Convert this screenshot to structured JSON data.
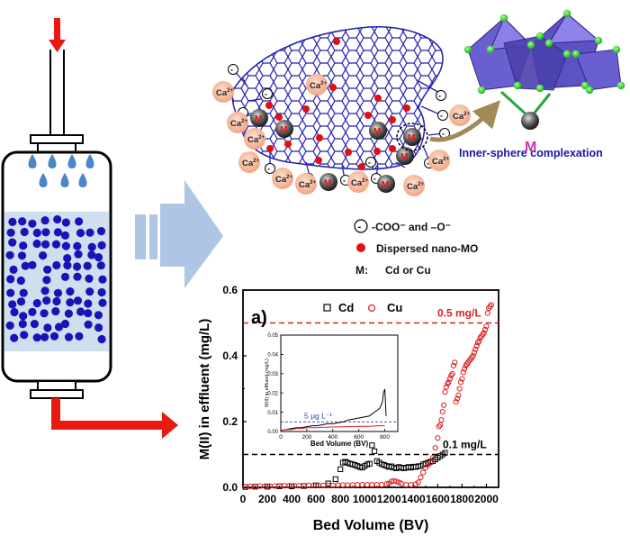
{
  "schematic": {
    "legend": {
      "carboxyl_symbol": "-",
      "carboxyl": "-COO⁻ and –O⁻",
      "nano_mo": "Dispersed nano-MO",
      "m_key": "M:",
      "metal": "Cd or Cu"
    },
    "calcium_label": "Ca",
    "calcium_charge": "2+",
    "metal_label": "M",
    "octahedra_metal": "M",
    "complexation_label": "Inner-sphere complexation",
    "colors": {
      "arrow_red": "#e8190f",
      "water_drop": "#4a86c8",
      "resin_bead": "#1a14b8",
      "resin_bed": "#cfdff0",
      "graphene": "#2020b0",
      "calcium": "#f5b99a",
      "nano_mo": "#e01010",
      "octahedra": "#6a5fd0",
      "oxygen_ball": "#22cc22",
      "metal_ball": "#444444",
      "metal_text": "#cc33aa",
      "complexation_text": "#1a1aa0",
      "curve_arrow": "#a08a58",
      "big_arrow": "#aec5e3"
    }
  },
  "chart_data": {
    "type": "scatter",
    "panel_label": "a)",
    "xlabel": "Bed Volume (BV)",
    "ylabel": "M(II) in effluent (mg/L)",
    "xlim": [
      0,
      2100
    ],
    "ylim": [
      0,
      0.6
    ],
    "xticks": [
      "0",
      "200",
      "400",
      "600",
      "800",
      "1000",
      "1200",
      "1400",
      "1600",
      "1800",
      "2000"
    ],
    "yticks": [
      "0.0",
      "0.2",
      "0.4",
      "0.6"
    ],
    "legend_position": "top-center",
    "series": [
      {
        "name": "Cd",
        "marker": "square-open",
        "color": "#000000",
        "x": [
          20,
          100,
          200,
          300,
          400,
          500,
          600,
          700,
          760,
          800,
          820,
          840,
          860,
          880,
          900,
          920,
          940,
          960,
          980,
          1000,
          1020,
          1040,
          1060,
          1080,
          1100,
          1120,
          1140,
          1160,
          1180,
          1200,
          1220,
          1240,
          1260,
          1280,
          1300,
          1320,
          1340,
          1360,
          1380,
          1400,
          1420,
          1440,
          1460,
          1480,
          1500,
          1520,
          1540,
          1560,
          1580,
          1600,
          1620,
          1640,
          1660
        ],
        "y": [
          0.001,
          0.002,
          0.002,
          0.003,
          0.003,
          0.004,
          0.006,
          0.012,
          0.025,
          0.055,
          0.075,
          0.078,
          0.075,
          0.072,
          0.07,
          0.068,
          0.065,
          0.062,
          0.06,
          0.065,
          0.07,
          0.072,
          0.128,
          0.11,
          0.08,
          0.075,
          0.07,
          0.068,
          0.065,
          0.062,
          0.064,
          0.06,
          0.058,
          0.062,
          0.06,
          0.058,
          0.06,
          0.062,
          0.06,
          0.063,
          0.062,
          0.064,
          0.065,
          0.07,
          0.072,
          0.075,
          0.078,
          0.08,
          0.085,
          0.09,
          0.095,
          0.1,
          0.105
        ]
      },
      {
        "name": "Cu",
        "marker": "circle-open",
        "color": "#dd2020",
        "x": [
          20,
          60,
          100,
          140,
          180,
          220,
          260,
          300,
          340,
          380,
          420,
          460,
          500,
          540,
          580,
          620,
          660,
          700,
          740,
          780,
          820,
          860,
          900,
          940,
          980,
          1020,
          1060,
          1100,
          1140,
          1180,
          1200,
          1220,
          1240,
          1260,
          1280,
          1300,
          1340,
          1380,
          1420,
          1440,
          1460,
          1480,
          1500,
          1520,
          1540,
          1560,
          1580,
          1600,
          1610,
          1620,
          1630,
          1640,
          1650,
          1660,
          1670,
          1680,
          1690,
          1700,
          1710,
          1720,
          1730,
          1740,
          1750,
          1760,
          1770,
          1780,
          1790,
          1800,
          1810,
          1820,
          1830,
          1840,
          1850,
          1860,
          1870,
          1880,
          1890,
          1900,
          1910,
          1920,
          1930,
          1940,
          1950,
          1960,
          1970,
          1980,
          1990,
          2000,
          2010,
          2020,
          2030,
          2040
        ],
        "y": [
          0.002,
          0.003,
          0.003,
          0.004,
          0.004,
          0.004,
          0.004,
          0.004,
          0.005,
          0.005,
          0.005,
          0.005,
          0.005,
          0.006,
          0.006,
          0.006,
          0.006,
          0.006,
          0.006,
          0.007,
          0.007,
          0.007,
          0.007,
          0.008,
          0.008,
          0.008,
          0.008,
          0.008,
          0.008,
          0.01,
          0.012,
          0.018,
          0.02,
          0.018,
          0.015,
          0.012,
          0.008,
          0.008,
          0.01,
          0.015,
          0.03,
          0.045,
          0.06,
          0.068,
          0.075,
          0.09,
          0.12,
          0.15,
          0.185,
          0.19,
          0.205,
          0.23,
          0.25,
          0.29,
          0.305,
          0.315,
          0.32,
          0.33,
          0.34,
          0.345,
          0.37,
          0.38,
          0.26,
          0.27,
          0.28,
          0.3,
          0.32,
          0.33,
          0.35,
          0.36,
          0.37,
          0.375,
          0.38,
          0.385,
          0.39,
          0.395,
          0.4,
          0.41,
          0.42,
          0.43,
          0.44,
          0.445,
          0.455,
          0.46,
          0.465,
          0.47,
          0.48,
          0.49,
          0.53,
          0.545,
          0.55,
          0.555
        ]
      }
    ],
    "reference_lines": [
      {
        "y": 0.5,
        "label": "0.5 mg/L",
        "color": "#dd2020",
        "style": "dashed"
      },
      {
        "y": 0.1,
        "label": "0.1 mg/L",
        "color": "#000000",
        "style": "dashed"
      }
    ],
    "inset": {
      "type": "line",
      "xlabel": "Bed Volume (BV)",
      "ylabel": "M(II) in effluent (mg/L)",
      "xlim": [
        0,
        900
      ],
      "ylim": [
        0,
        0.05
      ],
      "xticks": [
        "0",
        "200",
        "400",
        "600",
        "800"
      ],
      "yticks": [
        "0.00",
        "0.01",
        "0.02",
        "0.03",
        "0.04",
        "0.05"
      ],
      "reference_line": {
        "y": 0.005,
        "label": "5 μg L⁻¹",
        "color": "#3a3aa0",
        "style": "dashed"
      },
      "series": [
        {
          "name": "Cd",
          "color": "#000000",
          "x": [
            0,
            40,
            80,
            120,
            160,
            200,
            240,
            280,
            320,
            360,
            400,
            440,
            480,
            520,
            560,
            600,
            640,
            680,
            700,
            720,
            740,
            760,
            780,
            790,
            800,
            810
          ],
          "y": [
            0.0005,
            0.001,
            0.0015,
            0.002,
            0.002,
            0.0025,
            0.003,
            0.003,
            0.0035,
            0.004,
            0.004,
            0.0045,
            0.005,
            0.006,
            0.0065,
            0.007,
            0.0075,
            0.008,
            0.009,
            0.01,
            0.011,
            0.012,
            0.015,
            0.02,
            0.022,
            0.008
          ]
        },
        {
          "name": "Cu",
          "color": "#dd2020",
          "x": [
            0,
            40,
            80,
            120,
            160,
            200,
            240,
            280,
            320,
            360,
            400,
            440,
            480,
            520,
            560,
            600,
            640,
            680,
            720,
            760,
            800
          ],
          "y": [
            0.0005,
            0.001,
            0.001,
            0.0015,
            0.0015,
            0.002,
            0.002,
            0.002,
            0.0022,
            0.0022,
            0.0024,
            0.0024,
            0.0025,
            0.0025,
            0.0026,
            0.0026,
            0.0027,
            0.0027,
            0.0028,
            0.003,
            0.003
          ]
        }
      ]
    }
  }
}
